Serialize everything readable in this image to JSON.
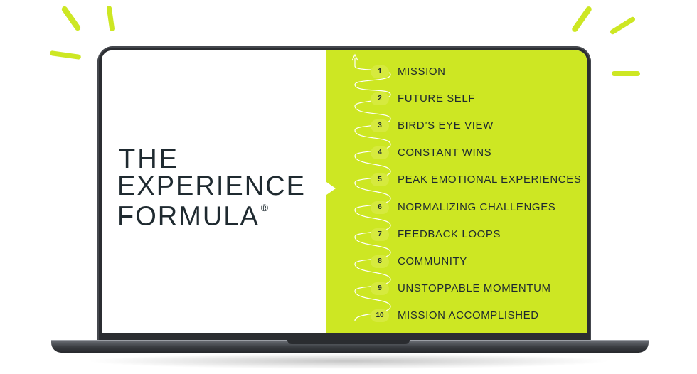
{
  "slide": {
    "title_line1": "THE",
    "title_line2": "EXPERIENCE",
    "title_line3": "FORMULA",
    "registered_mark": "®"
  },
  "steps": [
    {
      "number": "1",
      "label": "MISSION"
    },
    {
      "number": "2",
      "label": "FUTURE SELF"
    },
    {
      "number": "3",
      "label": "BIRD’S EYE VIEW"
    },
    {
      "number": "4",
      "label": "CONSTANT WINS"
    },
    {
      "number": "5",
      "label": "PEAK EMOTIONAL EXPERIENCES"
    },
    {
      "number": "6",
      "label": "NORMALIZING CHALLENGES"
    },
    {
      "number": "7",
      "label": "FEEDBACK LOOPS"
    },
    {
      "number": "8",
      "label": "COMMUNITY"
    },
    {
      "number": "9",
      "label": "UNSTOPPABLE MOMENTUM"
    },
    {
      "number": "10",
      "label": "MISSION ACCOMPLISHED"
    }
  ],
  "colors": {
    "accent": "#cde723",
    "text_dark": "#1f2a30",
    "bezel": "#2b2d31"
  },
  "icons": {
    "spiral": "spiral-arrow-icon"
  }
}
